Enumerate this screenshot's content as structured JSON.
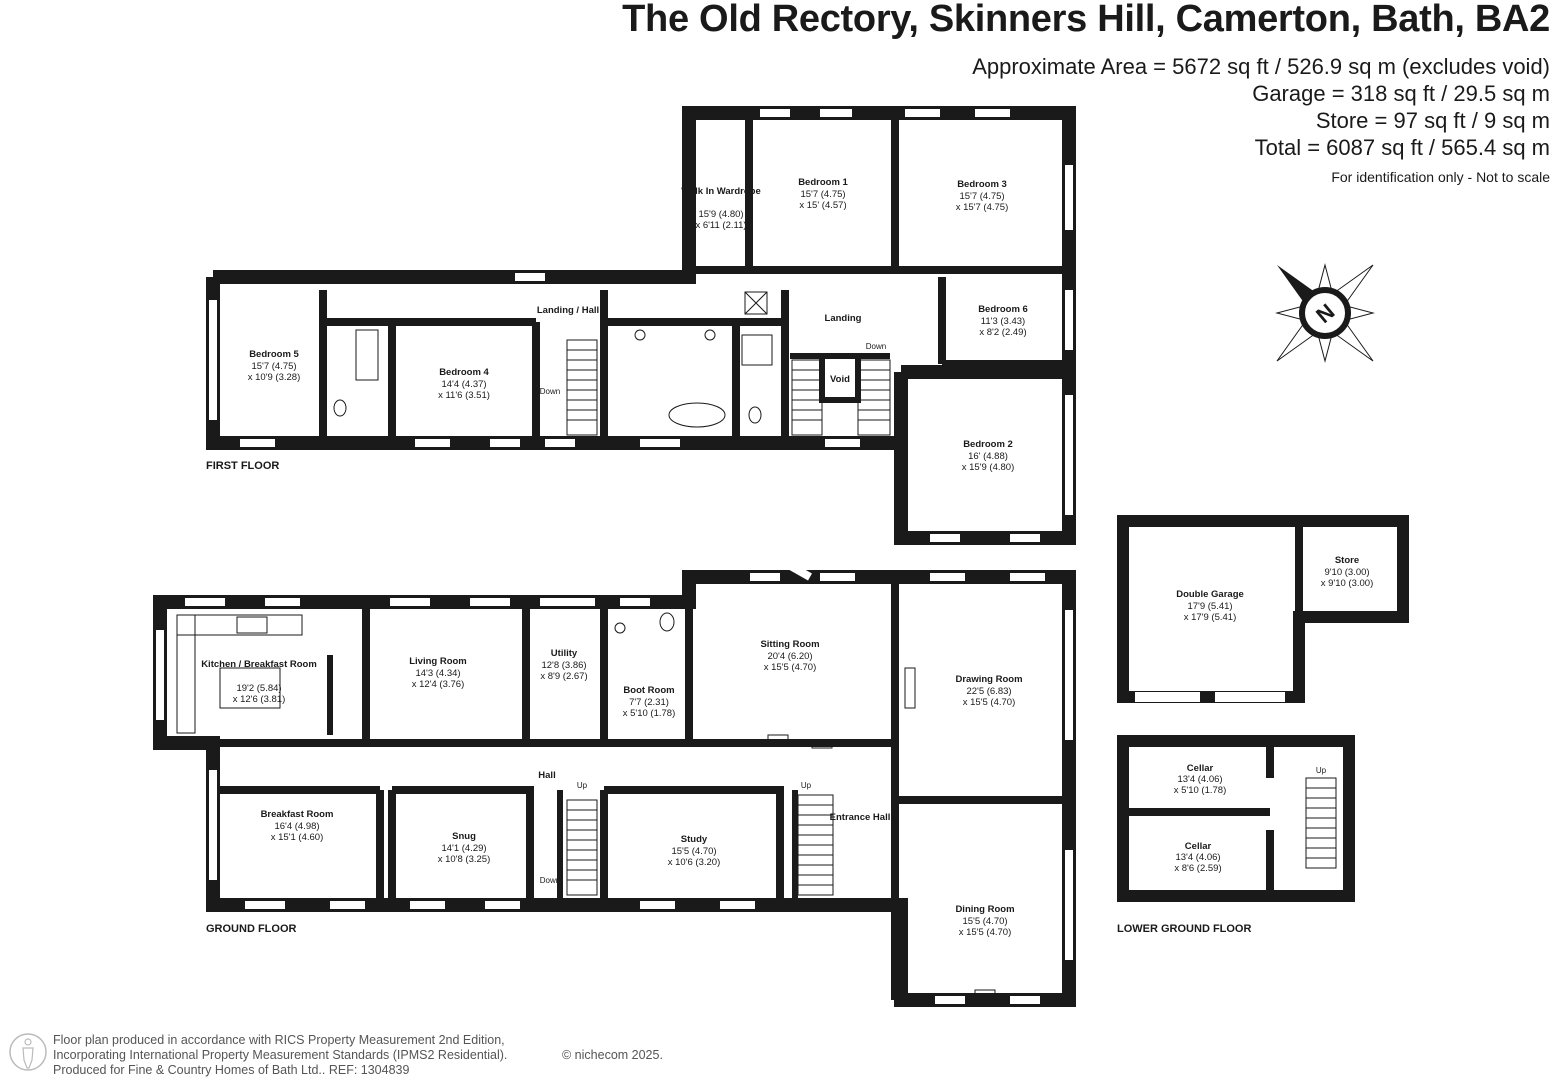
{
  "header": {
    "title": "The Old Rectory, Skinners Hill, Camerton, Bath, BA2",
    "approx_area": "Approximate Area = 5672 sq ft / 526.9 sq m (excludes void)",
    "garage": "Garage = 318 sq ft / 29.5 sq m",
    "store": "Store = 97 sq ft / 9 sq m",
    "total": "Total = 6087 sq ft / 565.4 sq m",
    "note": "For identification only - Not to scale"
  },
  "compass": {
    "label": "N"
  },
  "floors": {
    "first": "FIRST FLOOR",
    "ground": "GROUND FLOOR",
    "lower": "LOWER GROUND FLOOR"
  },
  "rooms": {
    "walk_in_wardrobe": {
      "name": "Walk In Wardrobe",
      "dim1": "15'9 (4.80)",
      "dim2": "x 6'11 (2.11)"
    },
    "bedroom1": {
      "name": "Bedroom 1",
      "dim1": "15'7 (4.75)",
      "dim2": "x 15' (4.57)"
    },
    "bedroom3": {
      "name": "Bedroom 3",
      "dim1": "15'7 (4.75)",
      "dim2": "x 15'7 (4.75)"
    },
    "bedroom6": {
      "name": "Bedroom 6",
      "dim1": "11'3 (3.43)",
      "dim2": "x 8'2 (2.49)"
    },
    "bedroom2": {
      "name": "Bedroom 2",
      "dim1": "16' (4.88)",
      "dim2": "x 15'9 (4.80)"
    },
    "bedroom5": {
      "name": "Bedroom 5",
      "dim1": "15'7 (4.75)",
      "dim2": "x 10'9 (3.28)"
    },
    "bedroom4": {
      "name": "Bedroom 4",
      "dim1": "14'4 (4.37)",
      "dim2": "x 11'6 (3.51)"
    },
    "landing_hall": {
      "name": "Landing / Hall"
    },
    "landing": {
      "name": "Landing"
    },
    "void": {
      "name": "Void"
    },
    "kitchen": {
      "name": "Kitchen / Breakfast Room",
      "dim1": "19'2 (5.84)",
      "dim2": "x 12'6 (3.81)"
    },
    "living": {
      "name": "Living Room",
      "dim1": "14'3 (4.34)",
      "dim2": "x 12'4 (3.76)"
    },
    "utility": {
      "name": "Utility",
      "dim1": "12'8 (3.86)",
      "dim2": "x 8'9 (2.67)"
    },
    "boot": {
      "name": "Boot Room",
      "dim1": "7'7 (2.31)",
      "dim2": "x 5'10 (1.78)"
    },
    "sitting": {
      "name": "Sitting Room",
      "dim1": "20'4 (6.20)",
      "dim2": "x 15'5 (4.70)"
    },
    "drawing": {
      "name": "Drawing Room",
      "dim1": "22'5 (6.83)",
      "dim2": "x 15'5 (4.70)"
    },
    "hall": {
      "name": "Hall"
    },
    "entrance": {
      "name": "Entrance Hall"
    },
    "breakfast": {
      "name": "Breakfast Room",
      "dim1": "16'4 (4.98)",
      "dim2": "x 15'1 (4.60)"
    },
    "snug": {
      "name": "Snug",
      "dim1": "14'1 (4.29)",
      "dim2": "x 10'8 (3.25)"
    },
    "study": {
      "name": "Study",
      "dim1": "15'5 (4.70)",
      "dim2": "x 10'6 (3.20)"
    },
    "dining": {
      "name": "Dining Room",
      "dim1": "15'5 (4.70)",
      "dim2": "x 15'5 (4.70)"
    },
    "garage": {
      "name": "Double Garage",
      "dim1": "17'9 (5.41)",
      "dim2": "x 17'9 (5.41)"
    },
    "store": {
      "name": "Store",
      "dim1": "9'10 (3.00)",
      "dim2": "x 9'10 (3.00)"
    },
    "cellar1": {
      "name": "Cellar",
      "dim1": "13'4 (4.06)",
      "dim2": "x 5'10 (1.78)"
    },
    "cellar2": {
      "name": "Cellar",
      "dim1": "13'4 (4.06)",
      "dim2": "x 8'6 (2.59)"
    }
  },
  "stairs": {
    "up": "Up",
    "down": "Down"
  },
  "footer": {
    "line1": "Floor plan produced in accordance with RICS Property Measurement 2nd Edition,",
    "line2": "Incorporating International Property Measurement Standards (IPMS2 Residential).",
    "line3": "Produced for Fine & Country Homes of Bath Ltd..   REF: 1304839",
    "copyright": "© nichecom 2025."
  },
  "colors": {
    "wall": "#1a1a1a",
    "window": "#ffffff",
    "text": "#1a1a1a",
    "footer": "#555555"
  }
}
